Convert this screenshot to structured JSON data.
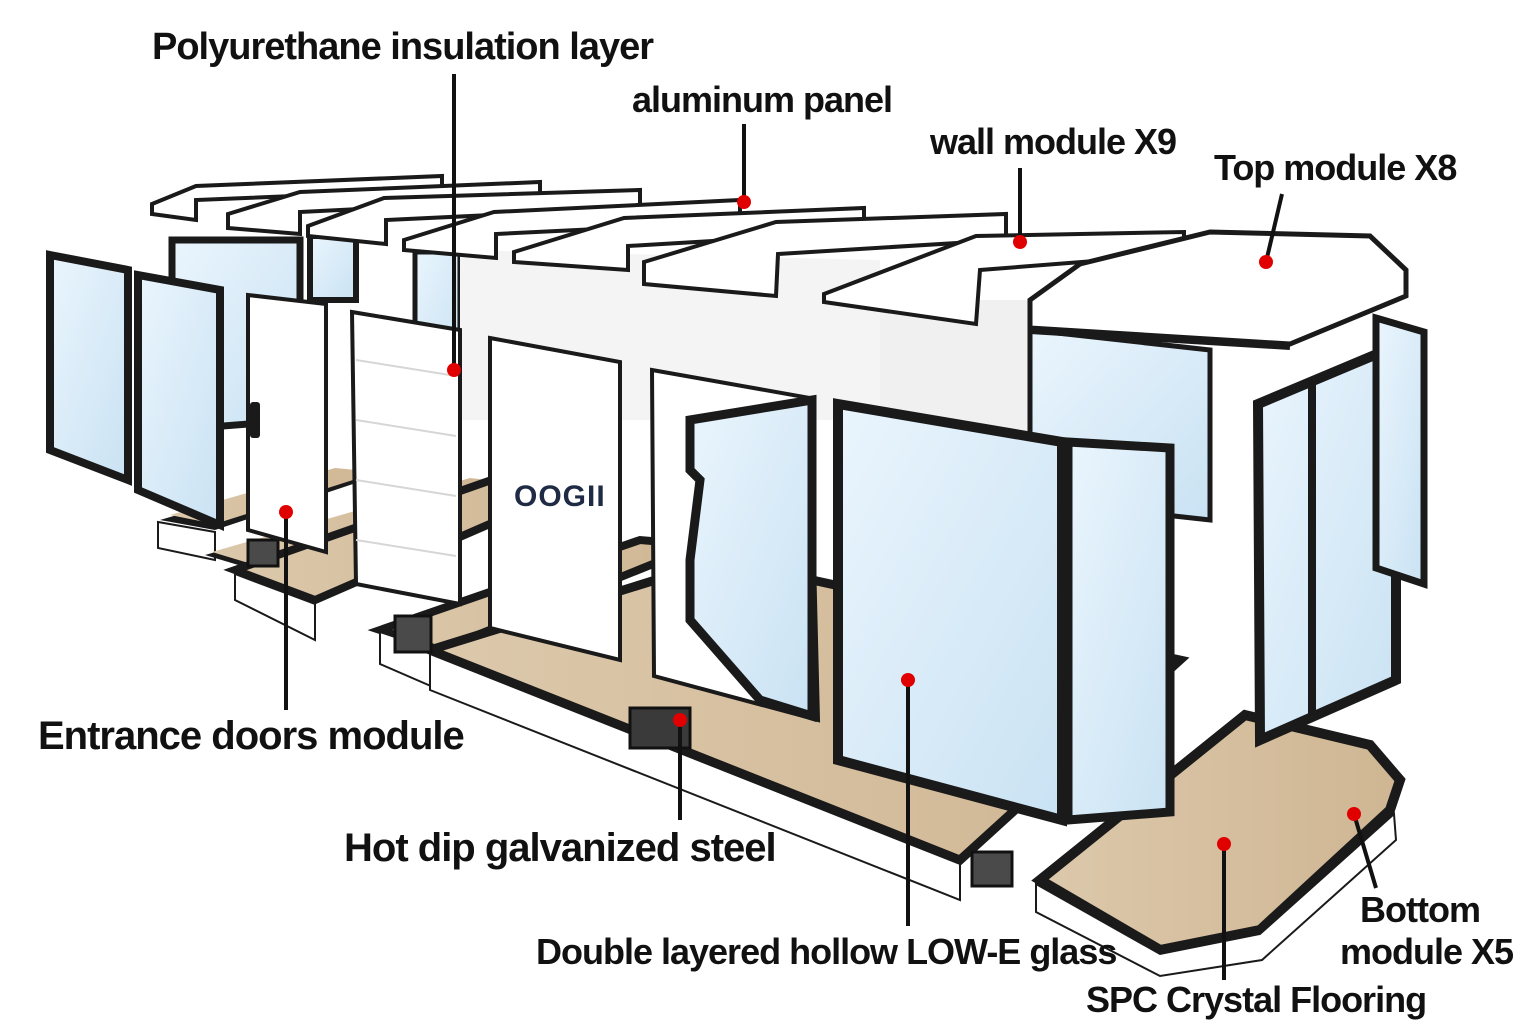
{
  "brand": {
    "logo_text": "OOGII"
  },
  "labels": {
    "polyurethane": "Polyurethane insulation layer",
    "aluminum": "aluminum panel",
    "wall_module": "wall module X9",
    "top_module": "Top module X8",
    "entrance": "Entrance doors module",
    "steel": "Hot dip galvanized steel",
    "glass": "Double layered hollow LOW-E glass",
    "bottom_line1": "Bottom",
    "bottom_line2": "module X5",
    "flooring": "SPC Crystal Flooring"
  },
  "colors": {
    "marker": "#e00000",
    "frame": "#1a1a1a",
    "panel": "#ffffff",
    "glass": "#d9ecf8",
    "wood": "#d9c3a5"
  }
}
